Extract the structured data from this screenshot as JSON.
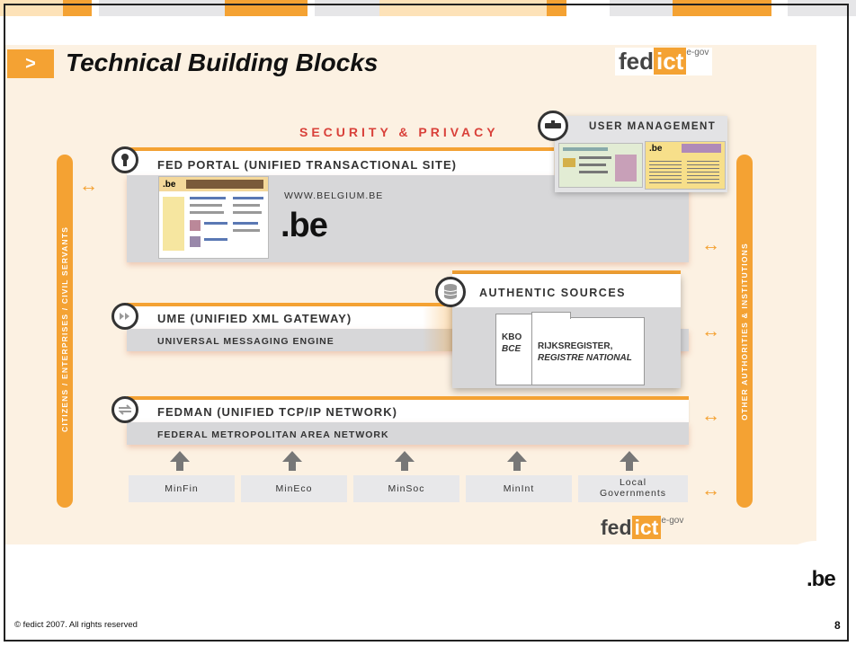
{
  "title": "Technical Building Blocks",
  "title_marker": ">",
  "logo": {
    "part1": "fed",
    "part2": "ict",
    "suffix": "e-gov"
  },
  "security_label": "SECURITY & PRIVACY",
  "left_side_label": "CITIZENS / ENTERPRISES / CIVIL SERVANTS",
  "right_side_label": "OTHER AUTHORITIES & INSTITUTIONS",
  "double_arrow": "↔",
  "user_management": {
    "title": "USER MANAGEMENT"
  },
  "fed_portal": {
    "title": "FED PORTAL (UNIFIED TRANSACTIONAL SITE)",
    "url": "WWW.BELGIUM.BE",
    "logo": ".be"
  },
  "ume": {
    "title": "UME (UNIFIED XML GATEWAY)",
    "subtitle": "UNIVERSAL MESSAGING ENGINE"
  },
  "authentic_sources": {
    "title": "AUTHENTIC SOURCES",
    "folder1": {
      "line1": "KBO",
      "line2": "BCE"
    },
    "folder2": {
      "line1": "RIJKSREGISTER,",
      "line2": "REGISTRE NATIONAL"
    }
  },
  "fedman": {
    "title": "FEDMAN (UNIFIED TCP/IP NETWORK)",
    "subtitle": "FEDERAL METROPOLITAN AREA NETWORK"
  },
  "services": [
    {
      "line1": "MinFin",
      "line2": ""
    },
    {
      "line1": "MinEco",
      "line2": ""
    },
    {
      "line1": "MinSoc",
      "line2": ""
    },
    {
      "line1": "MinInt",
      "line2": ""
    },
    {
      "line1": "Local",
      "line2": "Governments"
    }
  ],
  "corner_logo": ".be",
  "footer": "© fedict 2007. All rights reserved",
  "page_number": "8",
  "colors": {
    "accent": "#f4a233",
    "security": "#d9413a",
    "panel": "#fcf1e2",
    "bar_grey": "#d7d7d9"
  }
}
